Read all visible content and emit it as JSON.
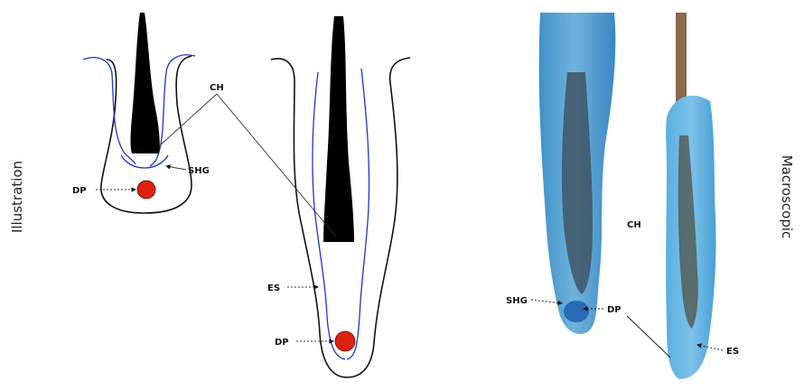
{
  "panels": {
    "left_title": "Illustration",
    "right_title": "Macroscopic"
  },
  "labels": {
    "ch": "CH",
    "shg": "SHG",
    "dp": "DP",
    "es": "ES"
  },
  "colors": {
    "outline": "#111111",
    "sheath": "#2233cc",
    "papilla": "#dd2211",
    "hair_shaft": "#000000",
    "tissue_blue": "#4aa3d8",
    "hair_brown": "#8a6a4a"
  }
}
